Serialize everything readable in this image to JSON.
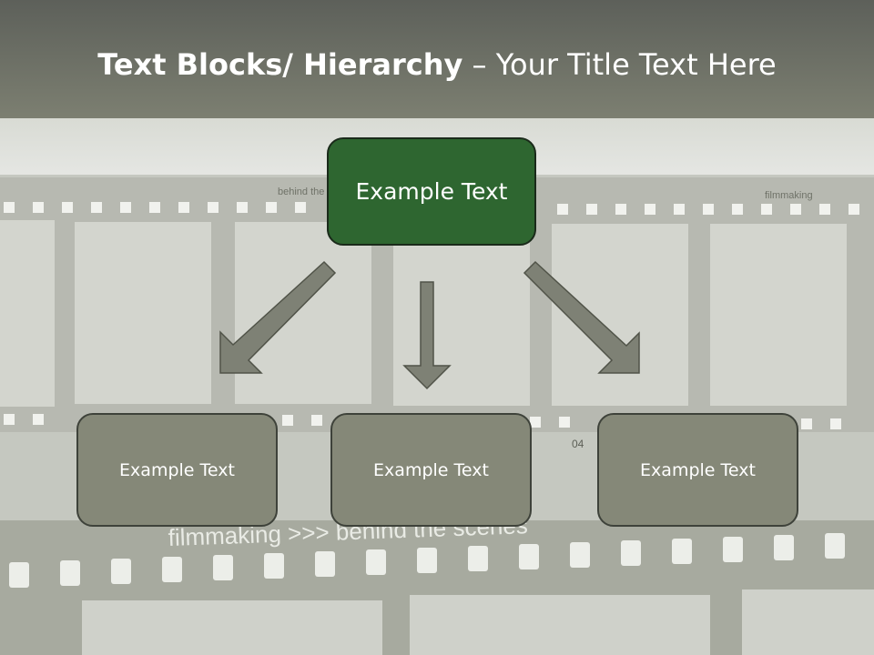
{
  "slide": {
    "title_bold": "Text Blocks/ Hierarchy",
    "title_dash": " – ",
    "title_rest": "Your Title Text Here"
  },
  "hierarchy": {
    "root": {
      "label": "Example Text"
    },
    "children": [
      {
        "label": "Example Text"
      },
      {
        "label": "Example Text"
      },
      {
        "label": "Example Text"
      }
    ]
  },
  "background": {
    "film_strip_texts": [
      "filmmaking >>> behind the scenes",
      "behind the scenes",
      "filmmaking",
      "04"
    ]
  },
  "colors": {
    "header_band": "#777a6c",
    "root_box": "#2e6630",
    "child_box": "#858878",
    "arrow": "#7e8175"
  }
}
